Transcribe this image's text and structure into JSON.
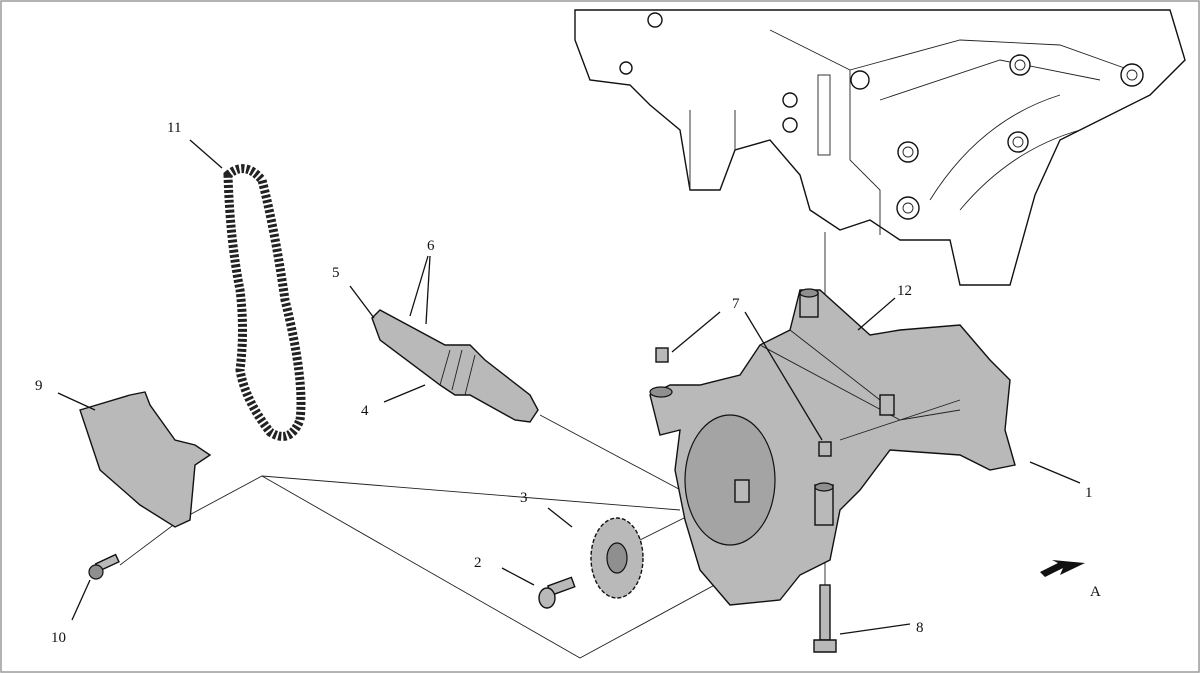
{
  "diagram": {
    "callouts": [
      {
        "id": "1",
        "text": "1"
      },
      {
        "id": "2",
        "text": "2"
      },
      {
        "id": "3",
        "text": "3"
      },
      {
        "id": "4",
        "text": "4"
      },
      {
        "id": "5",
        "text": "5"
      },
      {
        "id": "6",
        "text": "6"
      },
      {
        "id": "7",
        "text": "7"
      },
      {
        "id": "8",
        "text": "8"
      },
      {
        "id": "9",
        "text": "9"
      },
      {
        "id": "10",
        "text": "10"
      },
      {
        "id": "11",
        "text": "11"
      },
      {
        "id": "12",
        "text": "12"
      }
    ],
    "view_arrow_label": "A",
    "colors": {
      "part_fill": "#b9b9b9",
      "line": "#111111",
      "border": "#9a9a9a"
    }
  }
}
